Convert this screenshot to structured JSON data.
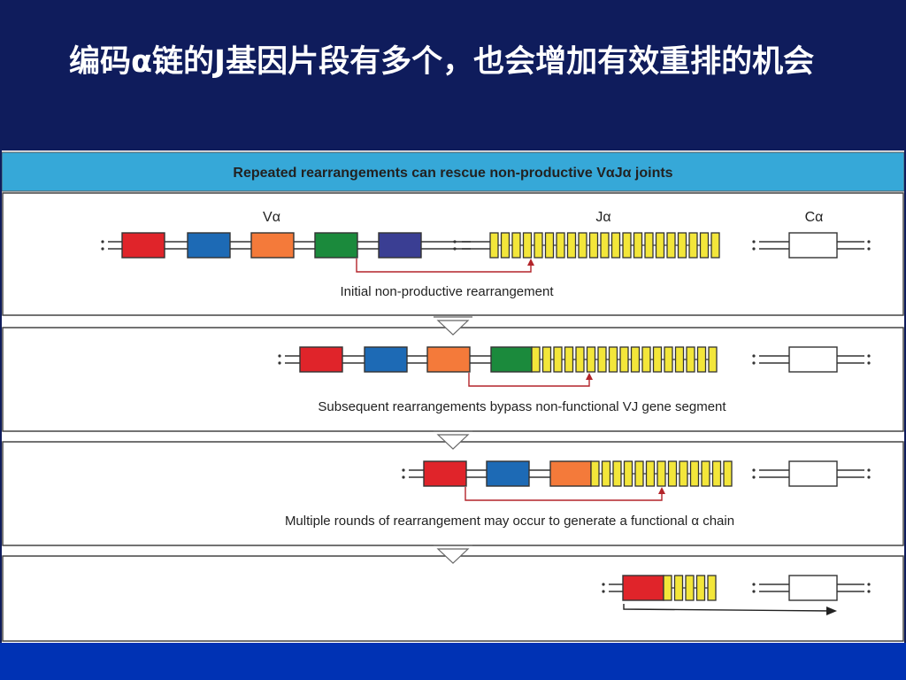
{
  "slide": {
    "title": "编码α链的J基因片段有多个，也会增加有效重排的机会"
  },
  "figure": {
    "header": "Repeated rearrangements can rescue non-productive VαJα joints",
    "labels": {
      "v_alpha": "Vα",
      "j_alpha": "Jα",
      "c_alpha": "Cα"
    },
    "captions": {
      "panel1": "Initial non-productive rearrangement",
      "panel2": "Subsequent rearrangements bypass non-functional VJ gene segment",
      "panel3": "Multiple rounds of rearrangement may occur to generate a functional α chain"
    },
    "colors": {
      "red": "#e0242a",
      "blue": "#1d6ab5",
      "orange": "#f47a3a",
      "green": "#1b8a3c",
      "navy": "#3a3e93",
      "yellow": "#f3e63a",
      "header_bg": "#36a8d8",
      "arrow": "#b3242a"
    }
  }
}
